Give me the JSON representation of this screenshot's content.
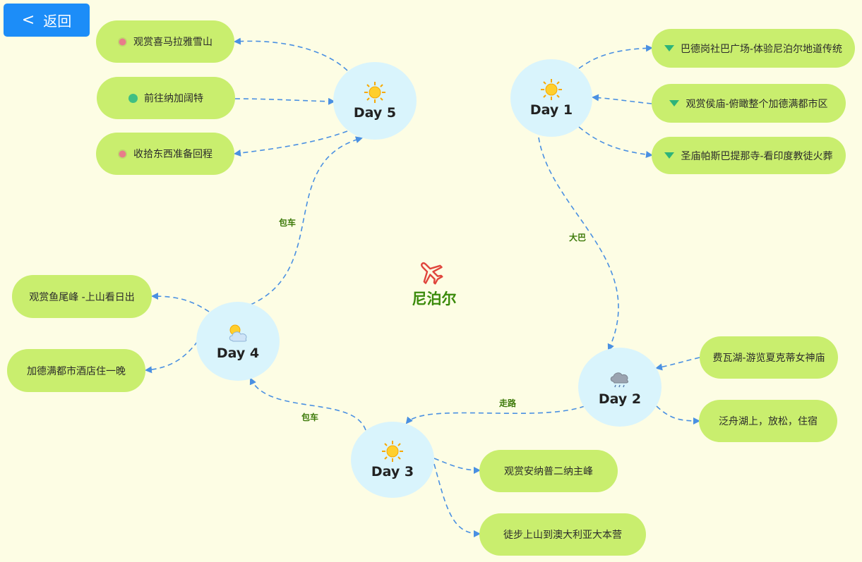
{
  "back_button": {
    "label": "返回",
    "icon": "chevron-left-icon"
  },
  "center": {
    "title": "尼泊尔",
    "icon": "airplane-icon",
    "icon_color": "#e0453c"
  },
  "days": {
    "day1": {
      "label": "Day 1",
      "weather": "sunny"
    },
    "day2": {
      "label": "Day 2",
      "weather": "rain-cloud"
    },
    "day3": {
      "label": "Day 3",
      "weather": "sunny"
    },
    "day4": {
      "label": "Day 4",
      "weather": "partly-cloudy"
    },
    "day5": {
      "label": "Day 5",
      "weather": "sunny"
    }
  },
  "activities": {
    "day5": [
      "观赏喜马拉雅雪山",
      "前往纳加阔特",
      "收拾东西准备回程"
    ],
    "day1": [
      "巴德岗社巴广场-体验尼泊尔地道传统",
      "观赏侯庙-俯瞰整个加德满都市区",
      "圣庙帕斯巴提那寺-看印度教徒火葬"
    ],
    "day2": [
      "费瓦湖-游览夏克蒂女神庙",
      "泛舟湖上，放松，住宿"
    ],
    "day3": [
      "观赏安纳普二纳主峰",
      "徒步上山到澳大利亚大本营"
    ],
    "day4": [
      "观赏鱼尾峰 -上山看日出",
      "加德满都市酒店住一晚"
    ]
  },
  "transport": {
    "day1_to_day2": "大巴",
    "day2_to_day3": "走路",
    "day3_to_day4": "包车",
    "day4_to_day5": "包车"
  },
  "colors": {
    "background": "#fdfde4",
    "day_node": "#d9f4fc",
    "activity_node": "#c9ee6e",
    "edge": "#4a90e2",
    "title": "#3a8a0a",
    "back_button": "#1c8df8"
  }
}
